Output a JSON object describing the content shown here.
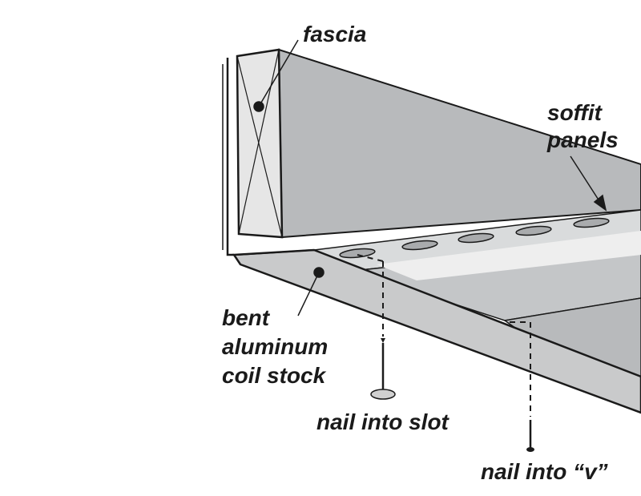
{
  "labels": {
    "fascia": "fascia",
    "soffit_line1": "soffit",
    "soffit_line2": "panels",
    "bent_line1": "bent",
    "bent_line2": "aluminum",
    "bent_line3": "coil stock",
    "nail_slot": "nail into slot",
    "nail_v": "nail into “v”"
  },
  "colors": {
    "outline": "#1a1a1a",
    "panel_gray": "#b8babc",
    "panel_light": "#d9dbdc",
    "coil_gray": "#c9cacb",
    "fascia_fill": "#e6e6e6",
    "background": "#ffffff"
  }
}
